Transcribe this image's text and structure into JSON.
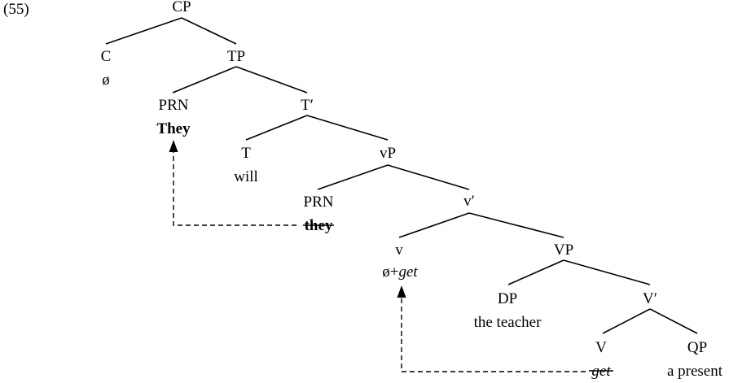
{
  "example_number": "(55)",
  "nodes": {
    "cp": {
      "label": "CP"
    },
    "c": {
      "label": "C",
      "word": "ø"
    },
    "tp": {
      "label": "TP"
    },
    "prn_subject": {
      "label": "PRN",
      "word": "They"
    },
    "t_bar": {
      "label": "T′"
    },
    "t": {
      "label": "T",
      "word": "will"
    },
    "vp_little": {
      "label": "vP"
    },
    "prn_trace": {
      "label": "PRN",
      "word": "they"
    },
    "v_bar_little": {
      "label": "v′"
    },
    "v_little": {
      "label": "v",
      "word_prefix": "ø+",
      "word_italic": "get"
    },
    "vp_big": {
      "label": "VP"
    },
    "dp": {
      "label": "DP",
      "word": "the teacher"
    },
    "v_bar_big": {
      "label": "V′"
    },
    "v_big": {
      "label": "V",
      "word": "get"
    },
    "qp": {
      "label": "QP",
      "word": "a present"
    }
  },
  "movement_arrows": [
    {
      "from": "prn_trace",
      "to": "prn_subject",
      "style": "dashed"
    },
    {
      "from": "v_big",
      "to": "v_little",
      "style": "dashed"
    }
  ]
}
